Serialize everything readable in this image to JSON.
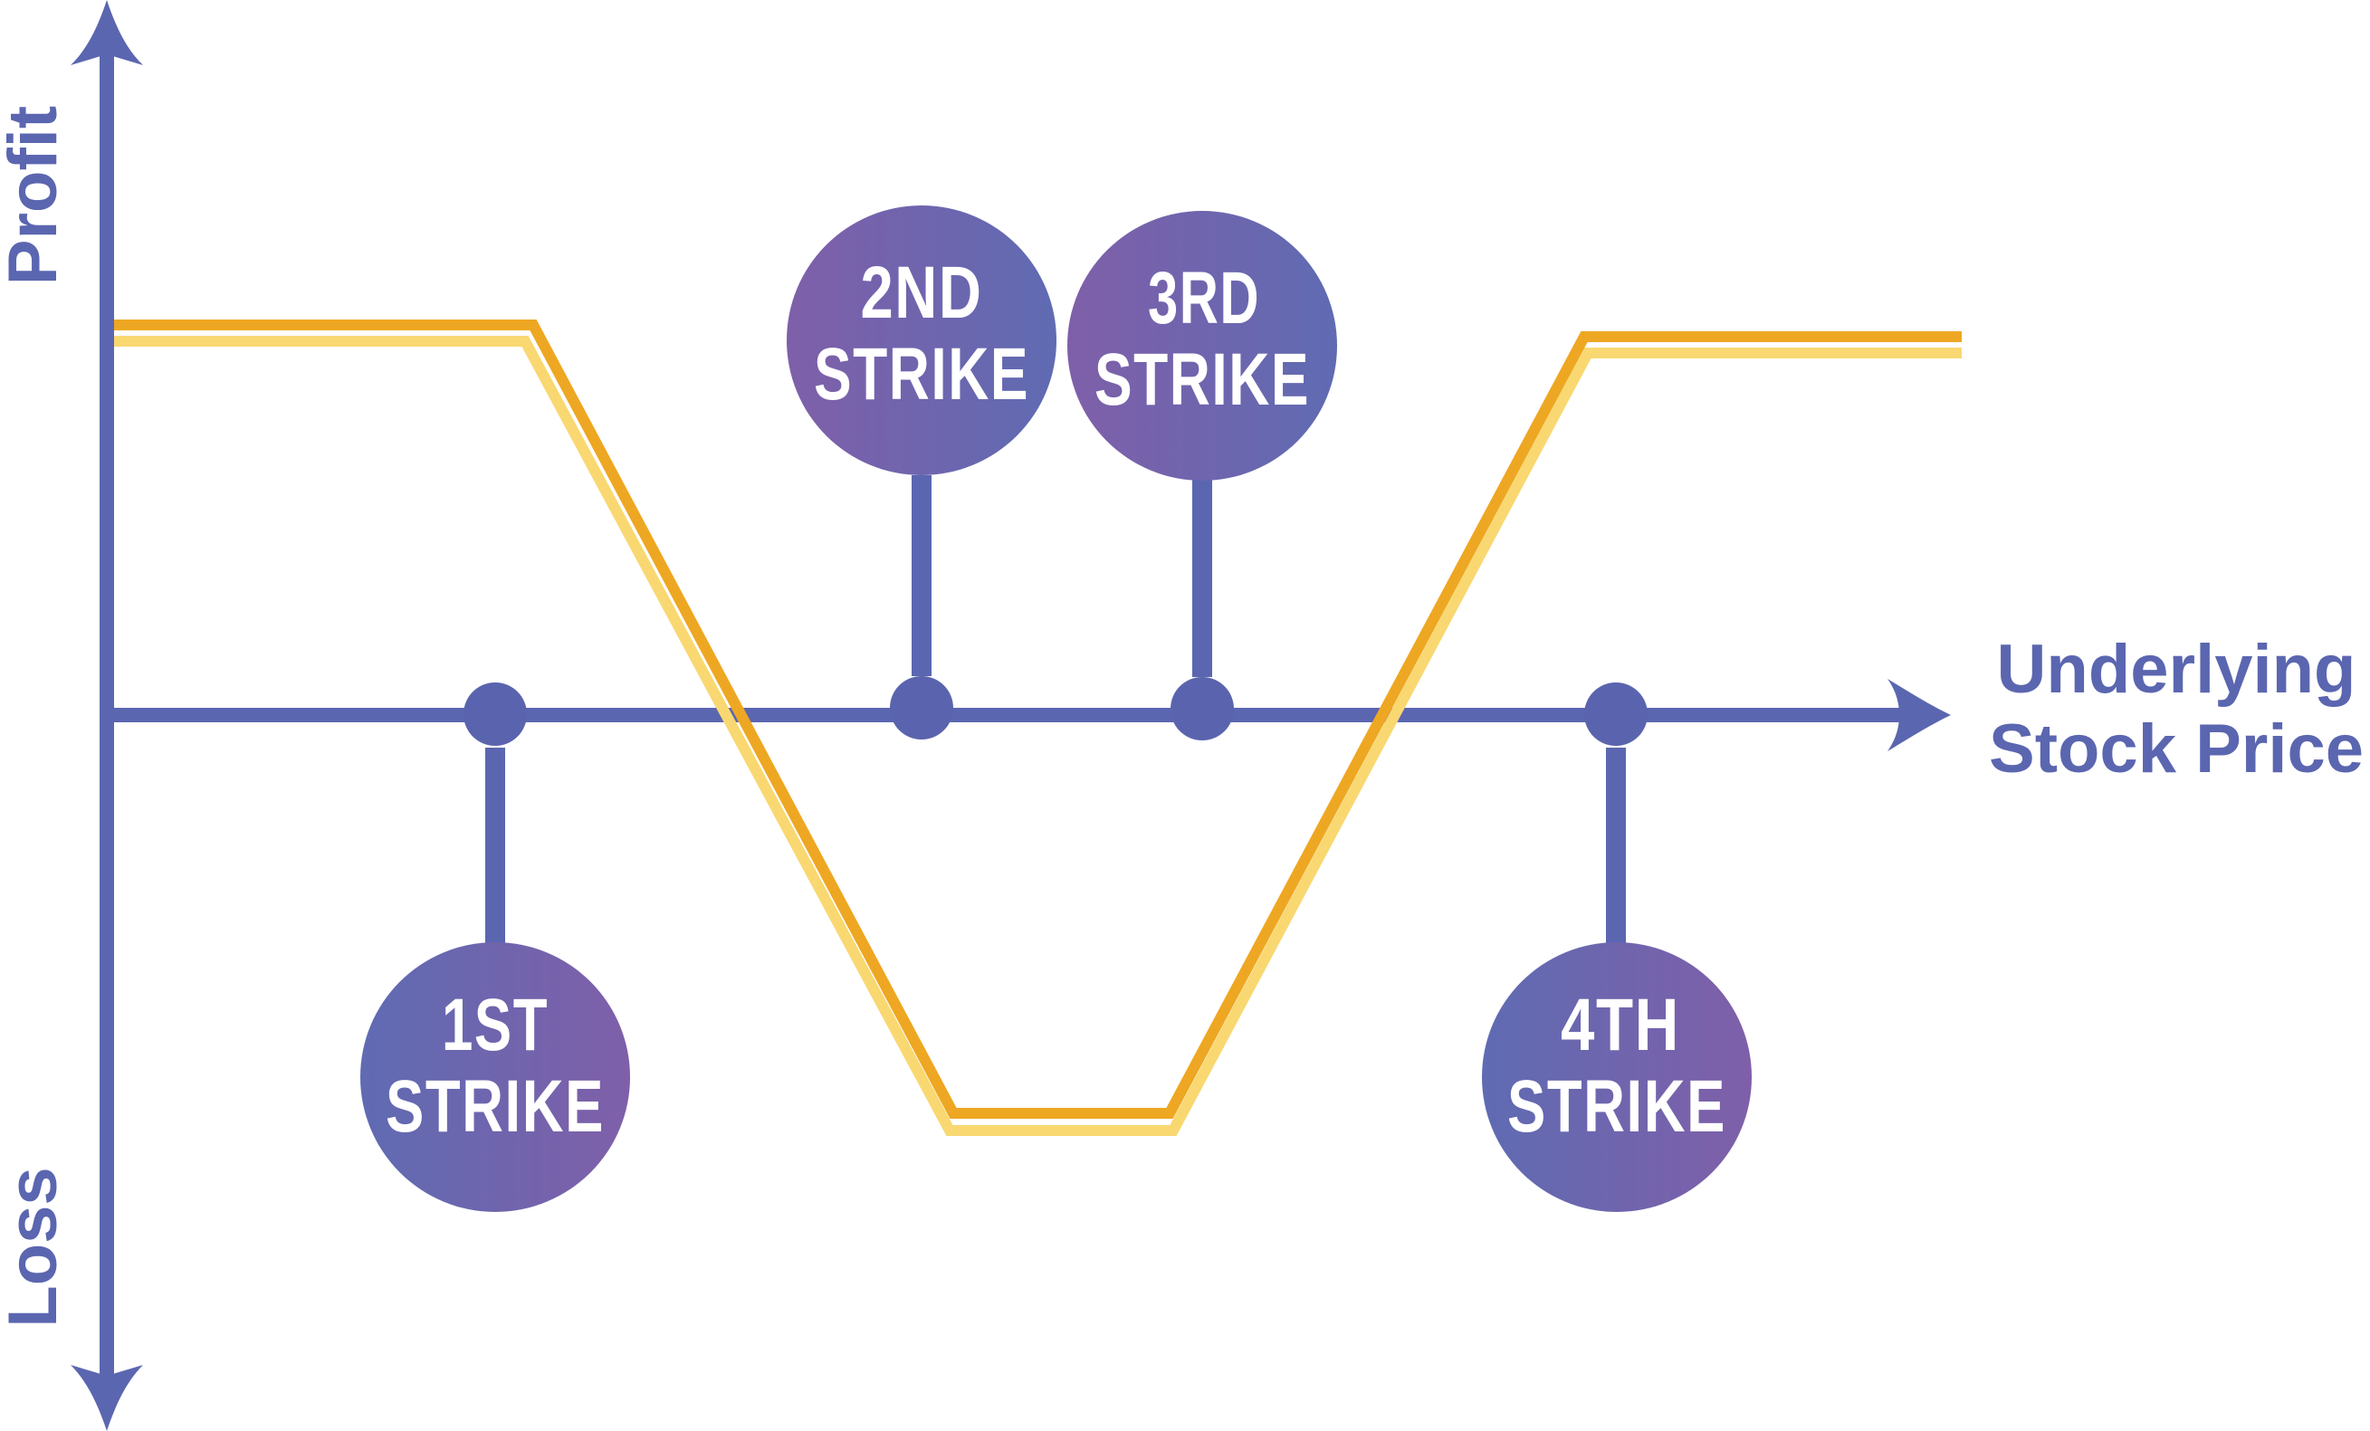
{
  "diagram": {
    "title": "Long Condor Options Strategy Payoff",
    "y_axis": {
      "positive_label": "Profit",
      "negative_label": "Loss"
    },
    "x_axis": {
      "label_line1": "Underlying",
      "label_line2": "Stock Price"
    },
    "strikes": [
      {
        "line1": "1ST",
        "line2": "STRIKE",
        "label_side": "below"
      },
      {
        "line1": "2ND",
        "line2": "STRIKE",
        "label_side": "above"
      },
      {
        "line1": "3RD",
        "line2": "STRIKE",
        "label_side": "above"
      },
      {
        "line1": "4TH",
        "line2": "STRIKE",
        "label_side": "below"
      }
    ],
    "payoff": {
      "shape": "flat high, decline between 1st and 2nd strike, flat low between 2nd and 3rd, rise between 3rd and 4th, flat high",
      "segments": [
        "max profit",
        "declining",
        "max loss",
        "rising",
        "max profit"
      ]
    },
    "colors": {
      "axis": "#5b66b0",
      "payoff_primary": "#eea722",
      "payoff_shadow": "#f9d872",
      "strike_gradient_blue": "#5f6bb2",
      "strike_gradient_purple": "#7f5fa9",
      "strike_text": "#ffffff"
    }
  }
}
